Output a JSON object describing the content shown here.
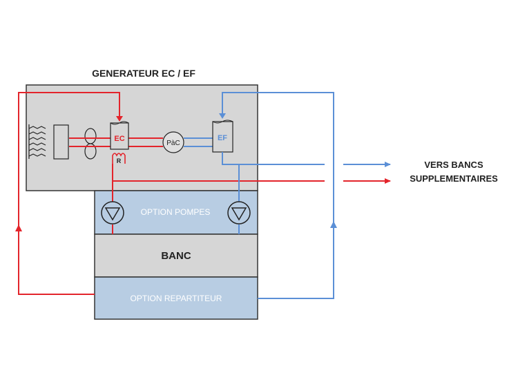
{
  "generator": {
    "title": "GENERATEUR EC / EF",
    "ec_label": "EC",
    "ef_label": "EF",
    "resistance_label": "R",
    "heat_pump_label": "PàC"
  },
  "modules": {
    "pumps_label": "OPTION POMPES",
    "banc_label": "BANC",
    "repartiteur_label": "OPTION REPARTITEUR"
  },
  "outputs": {
    "line1": "VERS BANCS",
    "line2": "SUPPLEMENTAIRES"
  },
  "colors": {
    "hot": "#e3242b",
    "cold": "#5b8fd6",
    "generator_fill": "#d6d6d6",
    "option_fill": "#b8cde3",
    "banc_fill": "#d6d6d6",
    "option_text": "#ffffff",
    "outline": "#333333"
  }
}
